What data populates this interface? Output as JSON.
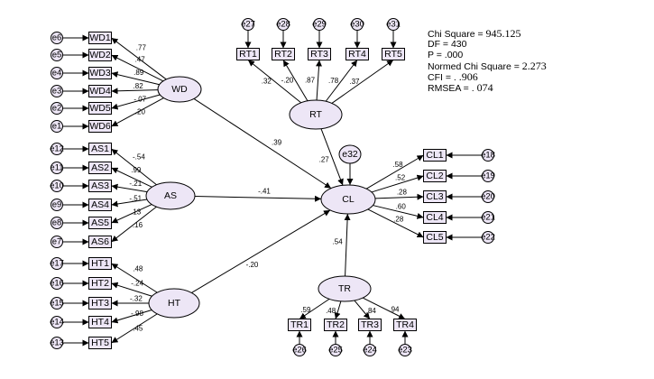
{
  "fit": {
    "chi_label": "Chi Square =",
    "chi_value": "945.125",
    "df": "DF = 430",
    "p": "P = .000",
    "nchi_label": "Normed Chi Square =",
    "nchi_value": "2.273",
    "cfi_label": "CFI = .",
    "cfi_value": ".906",
    "rmsea_label": "RMSEA = .",
    "rmsea_value": "074"
  },
  "latents": [
    {
      "id": "WD",
      "label": "WD"
    },
    {
      "id": "AS",
      "label": "AS"
    },
    {
      "id": "HT",
      "label": "HT"
    },
    {
      "id": "RT",
      "label": "RT"
    },
    {
      "id": "CL",
      "label": "CL"
    },
    {
      "id": "TR",
      "label": "TR"
    }
  ],
  "disturbance": {
    "label": "e32"
  },
  "indicators": {
    "WD": [
      {
        "label": "WD1",
        "error": "e6",
        "loading": ".77"
      },
      {
        "label": "WD2",
        "error": "e5",
        "loading": ".47"
      },
      {
        "label": "WD3",
        "error": "e4",
        "loading": ".89"
      },
      {
        "label": "WD4",
        "error": "e3",
        "loading": ".82"
      },
      {
        "label": "WD5",
        "error": "e2",
        "loading": "-.07"
      },
      {
        "label": "WD6",
        "error": "e1",
        "loading": ".20"
      }
    ],
    "AS": [
      {
        "label": "AS1",
        "error": "e12",
        "loading": "-.54"
      },
      {
        "label": "AS2",
        "error": "e11",
        "loading": ".99"
      },
      {
        "label": "AS3",
        "error": "e10",
        "loading": "-.21"
      },
      {
        "label": "AS4",
        "error": "e9",
        "loading": "-.51"
      },
      {
        "label": "AS5",
        "error": "e8",
        "loading": ".13"
      },
      {
        "label": "AS6",
        "error": "e7",
        "loading": ".16"
      }
    ],
    "HT": [
      {
        "label": "HT1",
        "error": "e17",
        "loading": ".48"
      },
      {
        "label": "HT2",
        "error": "e16",
        "loading": "-.24"
      },
      {
        "label": "HT3",
        "error": "e15",
        "loading": "-.32"
      },
      {
        "label": "HT4",
        "error": "e14",
        "loading": "-.98"
      },
      {
        "label": "HT5",
        "error": "e13",
        "loading": ".45"
      }
    ],
    "RT": [
      {
        "label": "RT1",
        "error": "e27",
        "loading": ".32"
      },
      {
        "label": "RT2",
        "error": "e28",
        "loading": "-.20"
      },
      {
        "label": "RT3",
        "error": "e29",
        "loading": ".87"
      },
      {
        "label": "RT4",
        "error": "e30",
        "loading": ".78"
      },
      {
        "label": "RT5",
        "error": "e31",
        "loading": ".37"
      }
    ],
    "CL": [
      {
        "label": "CL1",
        "error": "e18",
        "loading": ".58"
      },
      {
        "label": "CL2",
        "error": "e19",
        "loading": ".52"
      },
      {
        "label": "CL3",
        "error": "e20",
        "loading": ".28"
      },
      {
        "label": "CL4",
        "error": "e21",
        "loading": ".60"
      },
      {
        "label": "CL5",
        "error": "e22",
        "loading": ".28"
      }
    ],
    "TR": [
      {
        "label": "TR1",
        "error": "e26",
        "loading": ".59"
      },
      {
        "label": "TR2",
        "error": "e25",
        "loading": ".48"
      },
      {
        "label": "TR3",
        "error": "e24",
        "loading": ".84"
      },
      {
        "label": "TR4",
        "error": "e23",
        "loading": ".94"
      }
    ]
  },
  "paths": [
    {
      "from": "WD",
      "to": "CL",
      "coef": ".39"
    },
    {
      "from": "AS",
      "to": "CL",
      "coef": "-.41"
    },
    {
      "from": "HT",
      "to": "CL",
      "coef": "-.20"
    },
    {
      "from": "RT",
      "to": "CL",
      "coef": ".27"
    },
    {
      "from": "TR",
      "to": "CL",
      "coef": ".54"
    }
  ],
  "colors": {
    "node_fill": "#ede6f6",
    "node_stroke": "#000000",
    "line": "#000000"
  }
}
